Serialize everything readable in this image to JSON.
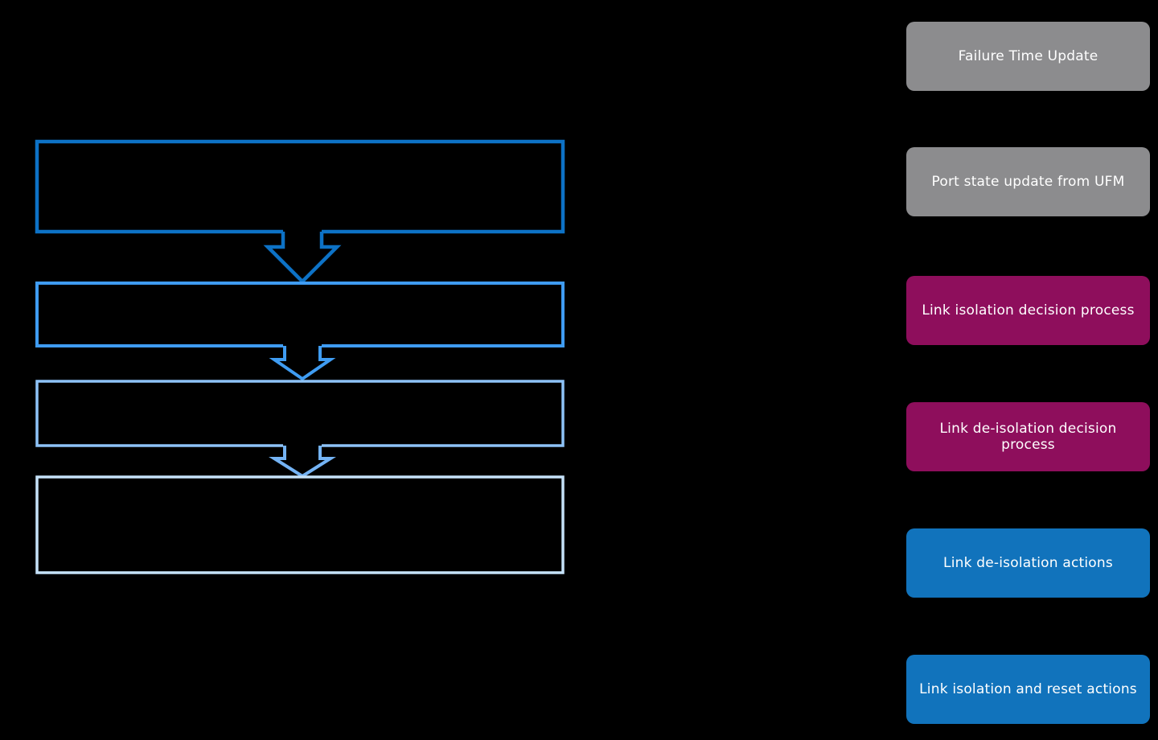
{
  "canvas": {
    "background_color": "#000000"
  },
  "flowchart": {
    "description": "Four unlabeled outlined process boxes connected top-to-bottom by outlined down arrows",
    "boxes": [
      {
        "label": "",
        "color": "#0D72C6"
      },
      {
        "label": "",
        "color": "#3F9CF2"
      },
      {
        "label": "",
        "color": "#8EC3F7"
      },
      {
        "label": "",
        "color": "#C6E2F9"
      }
    ],
    "arrows": [
      {
        "direction": "down",
        "color": "#0D72C6"
      },
      {
        "direction": "down",
        "color": "#3F9CF2"
      },
      {
        "direction": "down",
        "color": "#74B3F4"
      }
    ]
  },
  "legend": {
    "text_color": "#FFFFFF",
    "items": [
      {
        "label": "Failure Time Update",
        "color": "#8C8C8E"
      },
      {
        "label": "Port state update from UFM",
        "color": "#8C8C8E"
      },
      {
        "label": "Link isolation decision process",
        "color": "#8E0E5C"
      },
      {
        "label": "Link de-isolation decision process",
        "color": "#8E0E5C"
      },
      {
        "label": "Link de-isolation actions",
        "color": "#1173BC"
      },
      {
        "label": "Link isolation and reset actions",
        "color": "#1173BC"
      }
    ]
  }
}
